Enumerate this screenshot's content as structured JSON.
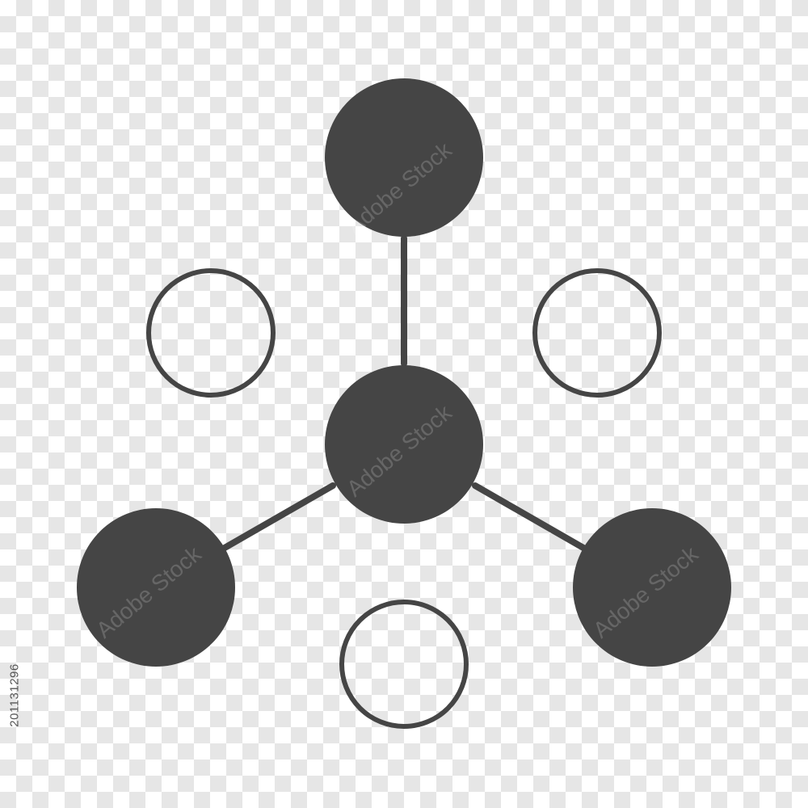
{
  "colors": {
    "node_fill": "#454545",
    "outline_stroke": "#454545",
    "checker_light": "#ffffff",
    "checker_dark": "#e6e6e6"
  },
  "icon": "molecule-network-icon",
  "nodes": {
    "filled": [
      "center",
      "top",
      "bottom-left",
      "bottom-right"
    ],
    "outlined": [
      "upper-left",
      "upper-right",
      "bottom"
    ]
  },
  "watermark": {
    "text": "Adobe Stock"
  },
  "stock_id": "201131296"
}
